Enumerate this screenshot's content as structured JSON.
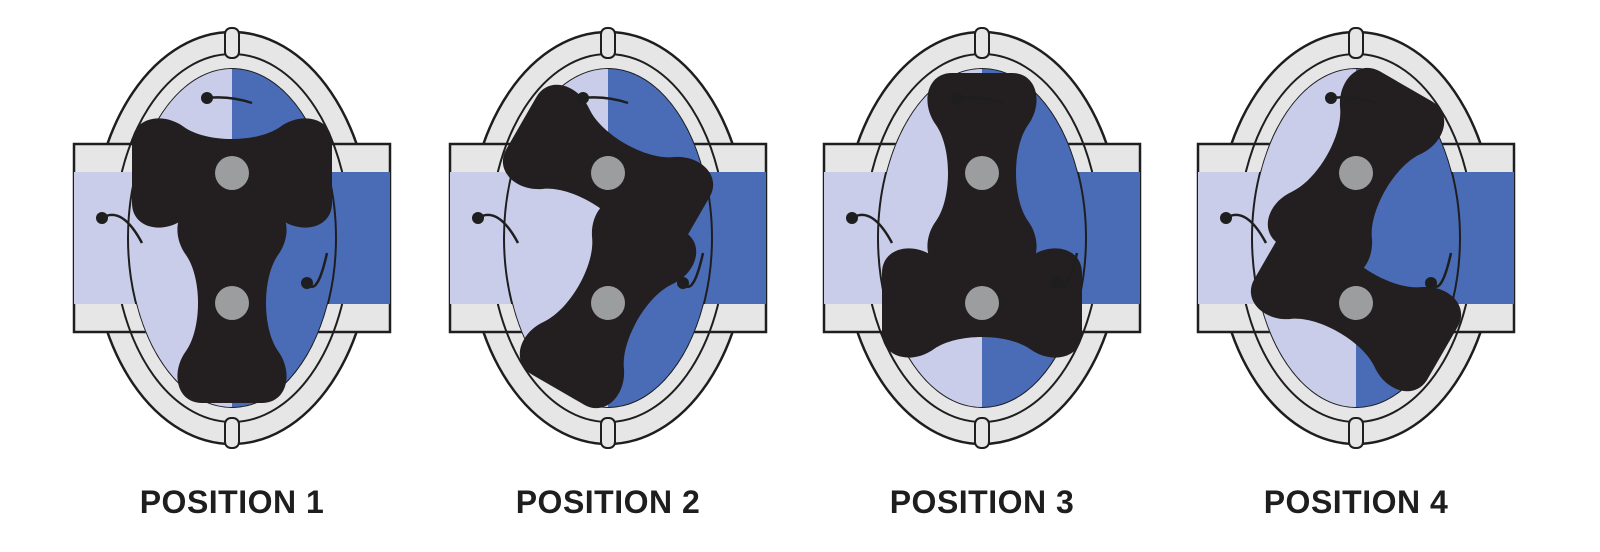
{
  "figure": {
    "colors": {
      "casing": "#e6e6e6",
      "outline": "#1e1e1e",
      "fluid_suction": "#c9cde9",
      "fluid_discharge": "#4a6bb5",
      "lobe": "#231f20",
      "shaft": "#9b9d9f"
    },
    "positions": [
      {
        "label": "POSITION 1",
        "rotation_deg": 0
      },
      {
        "label": "POSITION 2",
        "rotation_deg": 30
      },
      {
        "label": "POSITION 3",
        "rotation_deg": 90
      },
      {
        "label": "POSITION 4",
        "rotation_deg": 120
      }
    ]
  }
}
